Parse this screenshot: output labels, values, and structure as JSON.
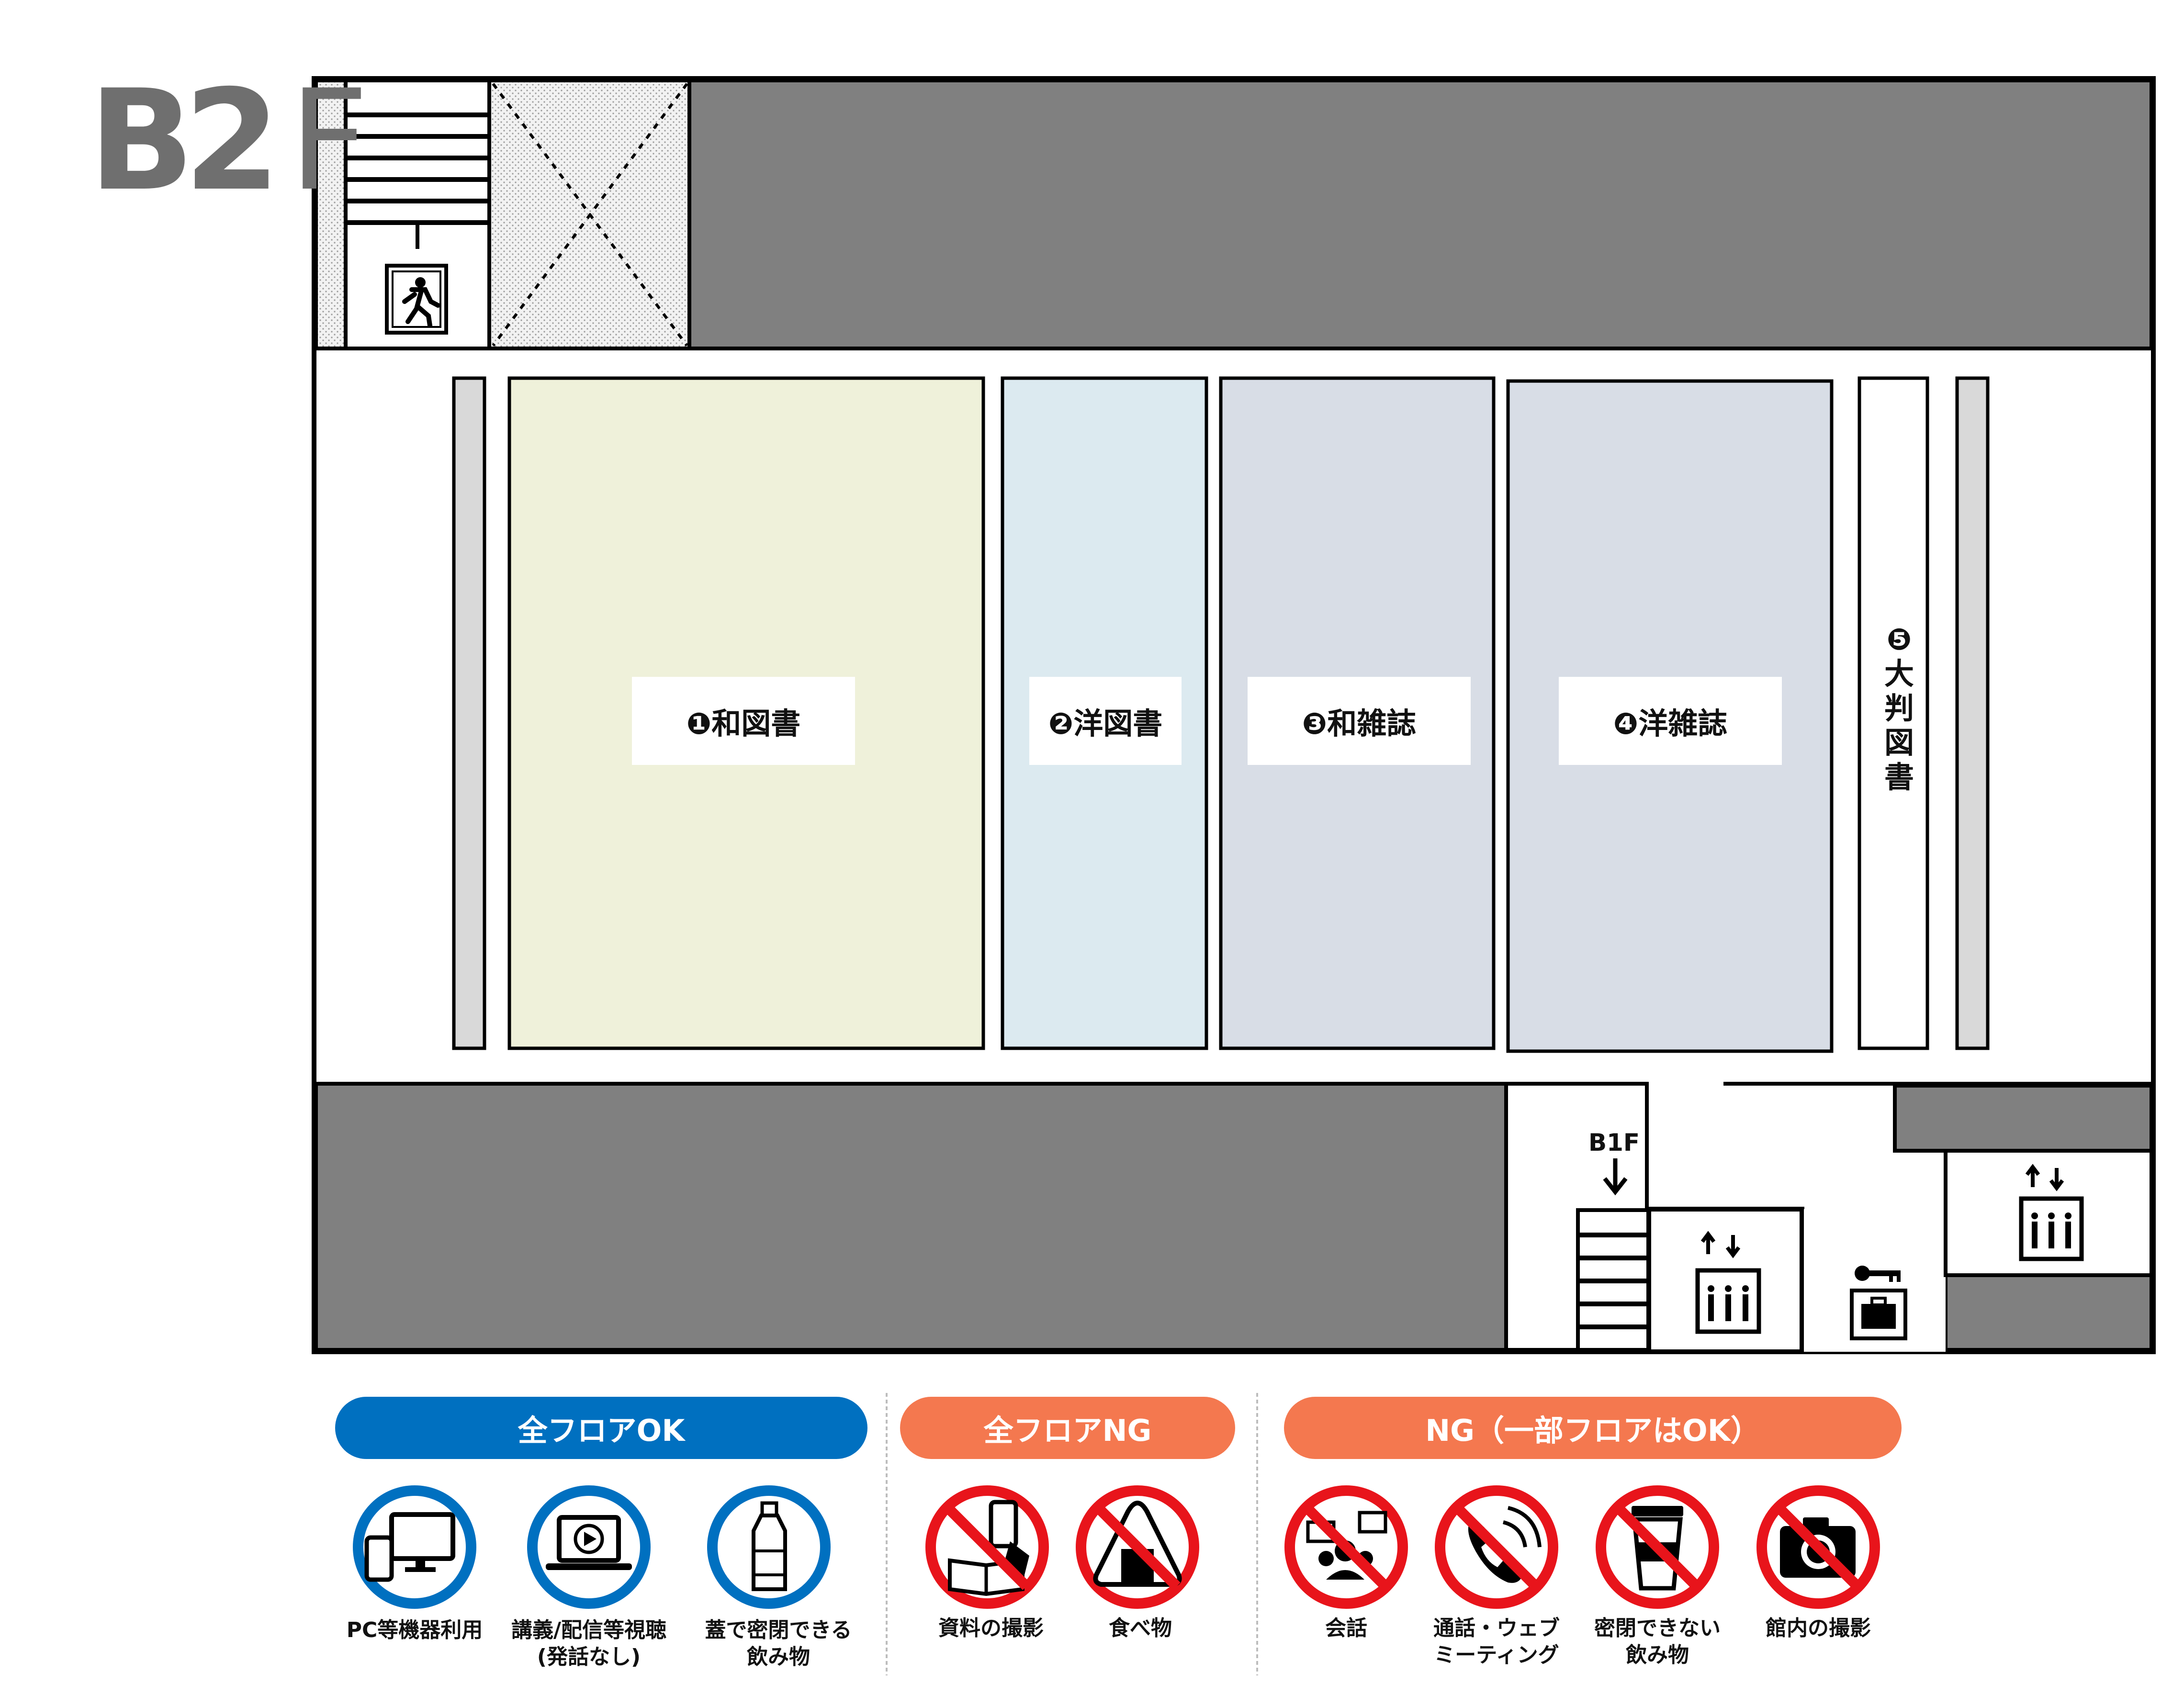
{
  "floor": {
    "label": "B2",
    "suffix": "F"
  },
  "areas": {
    "area1": "❶和図書",
    "area2": "❷洋図書",
    "area3": "❸和雑誌",
    "area4": "❹洋雑誌",
    "area5": [
      "❺",
      "大",
      "判",
      "図",
      "書"
    ]
  },
  "stairs_down_label": "B1F",
  "stairs_down_arrow": "↓",
  "colors": {
    "area1": "#eff1da",
    "area2": "#dceaf0",
    "area3": "#d8dde6",
    "area4": "#d8dde6",
    "blocked": "#808080",
    "ok_blue": "#0070c0",
    "ng_orange": "#f4784f",
    "ng_red": "#e8141b"
  },
  "legend": {
    "ok_all": {
      "title": "全フロアOK",
      "items": [
        {
          "icon": "pc-device-icon",
          "caption": [
            "PC等機器利用"
          ]
        },
        {
          "icon": "lecture-video-icon",
          "caption": [
            "講義/配信等視聴",
            "(発話なし)"
          ]
        },
        {
          "icon": "bottle-icon",
          "caption": [
            "蓋で密閉できる",
            "飲み物"
          ]
        }
      ]
    },
    "ng_all": {
      "title": "全フロアNG",
      "items": [
        {
          "icon": "no-photo-materials-icon",
          "caption": [
            "資料の撮影"
          ]
        },
        {
          "icon": "no-food-icon",
          "caption": [
            "食べ物"
          ]
        }
      ]
    },
    "ng_partial": {
      "title": "NG（一部フロアはOK）",
      "items": [
        {
          "icon": "no-conversation-icon",
          "caption": [
            "会話"
          ]
        },
        {
          "icon": "no-phone-icon",
          "caption": [
            "通話・ウェブ",
            "ミーティング"
          ]
        },
        {
          "icon": "no-open-cup-icon",
          "caption": [
            "密閉できない",
            "飲み物"
          ]
        },
        {
          "icon": "no-camera-icon",
          "caption": [
            "館内の撮影"
          ]
        }
      ]
    }
  }
}
